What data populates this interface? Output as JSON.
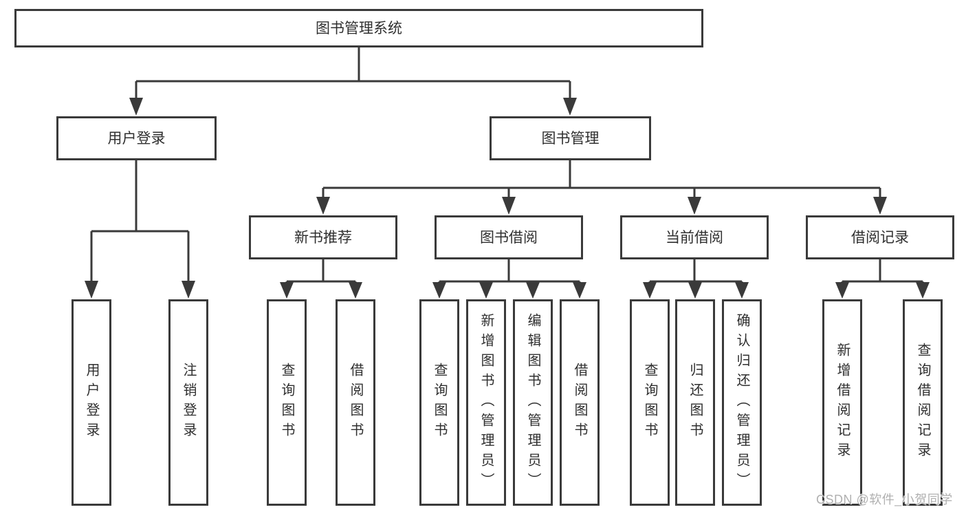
{
  "tree": {
    "root": {
      "label": "图书管理系统"
    },
    "branches": [
      {
        "label": "用户登录",
        "children": [
          {
            "label": "用户登录"
          },
          {
            "label": "注销登录"
          }
        ]
      },
      {
        "label": "图书管理",
        "children": [
          {
            "label": "新书推荐",
            "children": [
              {
                "label": "查询图书"
              },
              {
                "label": "借阅图书"
              }
            ]
          },
          {
            "label": "图书借阅",
            "children": [
              {
                "label": "查询图书"
              },
              {
                "label": "新增图书（管理员）"
              },
              {
                "label": "编辑图书（管理员）"
              },
              {
                "label": "借阅图书"
              }
            ]
          },
          {
            "label": "当前借阅",
            "children": [
              {
                "label": "查询图书"
              },
              {
                "label": "归还图书"
              },
              {
                "label": "确认归还（管理员）"
              }
            ]
          },
          {
            "label": "借阅记录",
            "children": [
              {
                "label": "新增借阅记录"
              },
              {
                "label": "查询借阅记录"
              }
            ]
          }
        ]
      }
    ]
  },
  "watermark": "CSDN @软件_小贺同学",
  "colors": {
    "line": "#3a3a3a",
    "text": "#2f2f2f",
    "watermark": "#b0b0b0",
    "background": "#ffffff"
  }
}
